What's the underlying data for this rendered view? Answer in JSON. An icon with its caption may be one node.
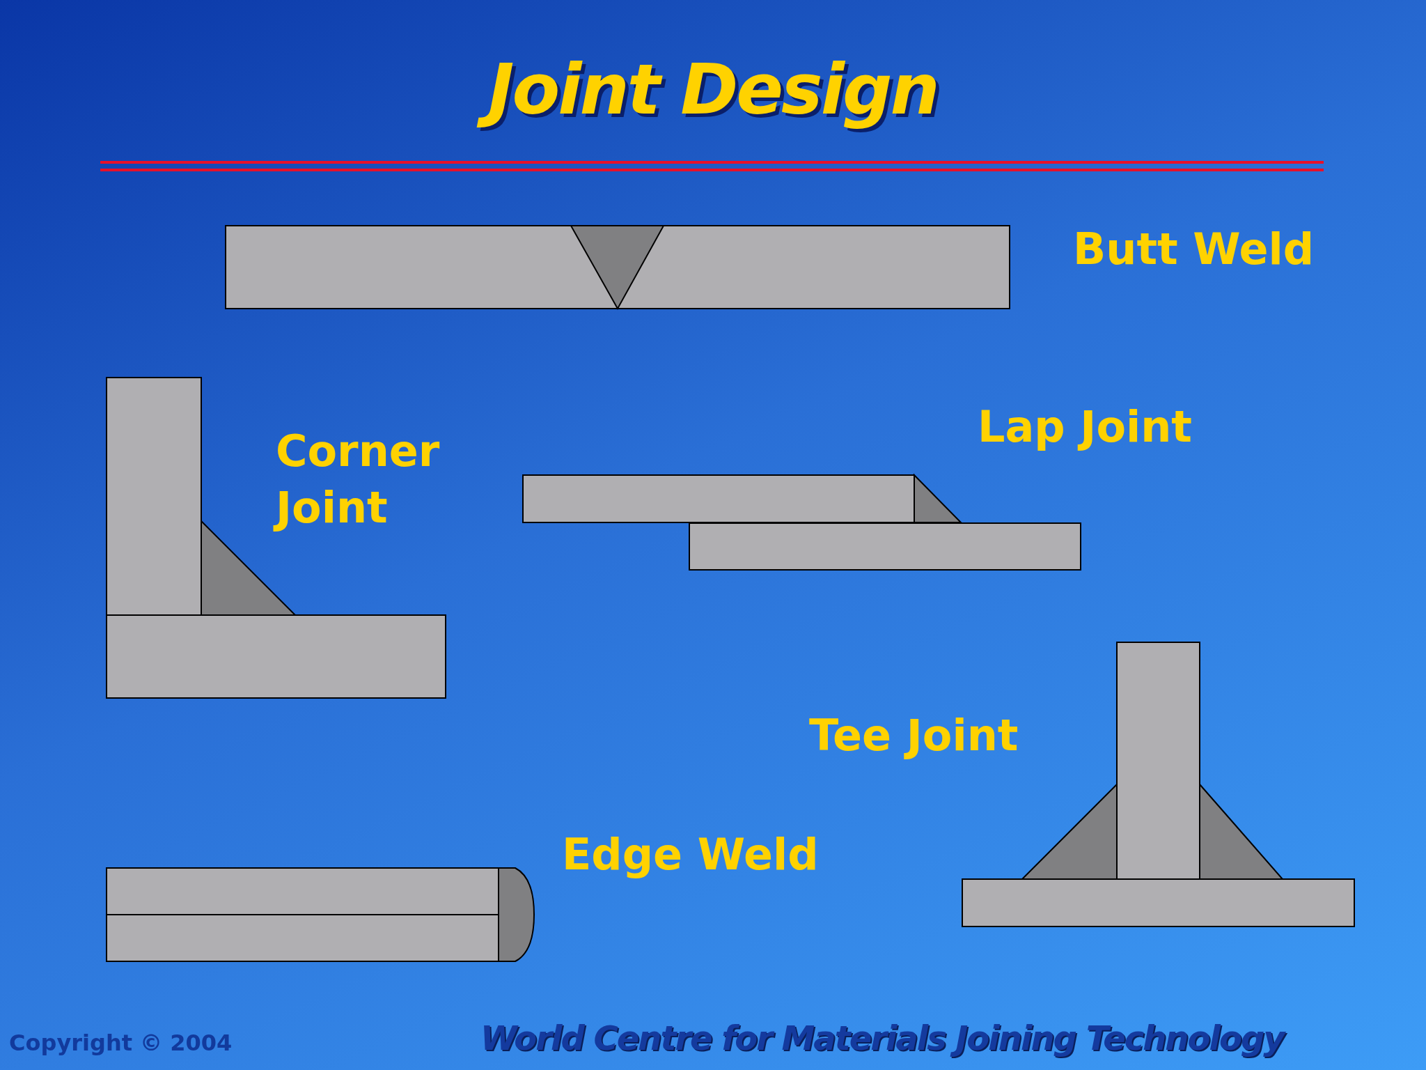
{
  "diagram": {
    "title": "Joint Design",
    "labels": [
      "Butt Weld",
      "Corner Joint",
      "Lap Joint",
      "Tee Joint",
      "Edge Weld",
      "Copyright © 2004",
      "World Centre for Materials Joining Technology"
    ]
  }
}
